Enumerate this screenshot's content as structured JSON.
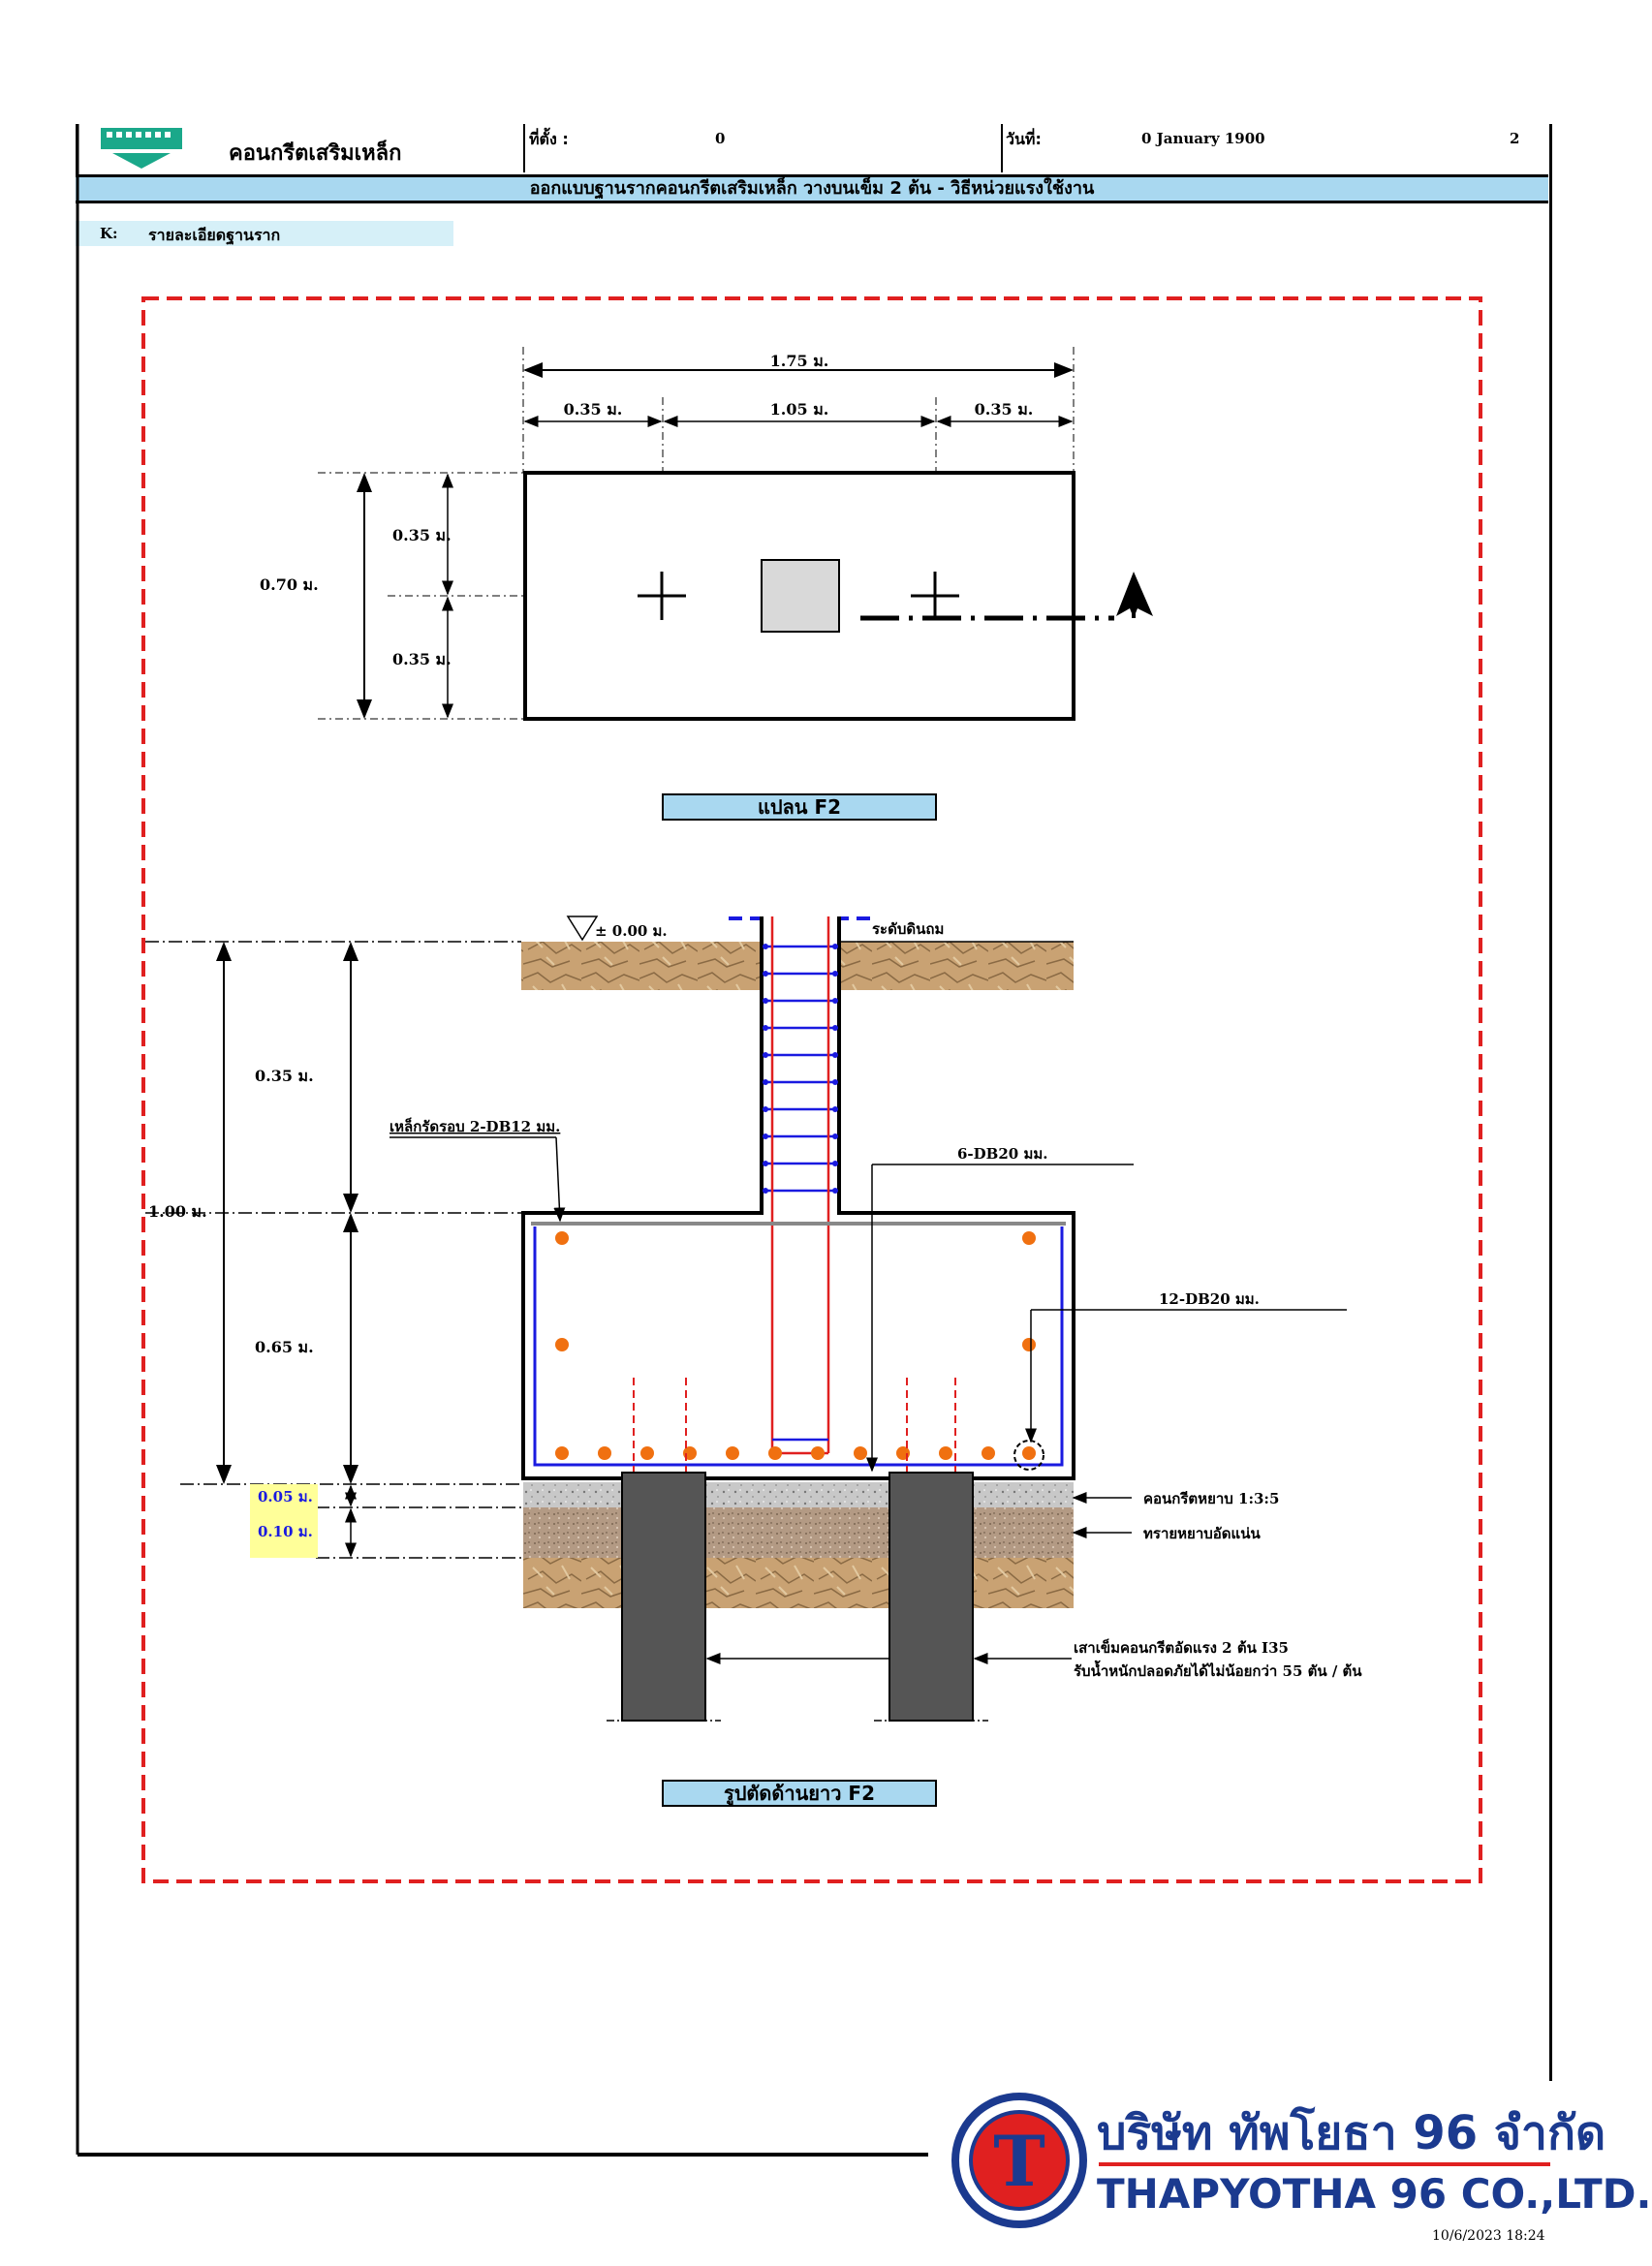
{
  "header": {
    "company_short": "คอนกรีตเสริมเหล็ก",
    "location_label": "ที่ตั้ง :",
    "location_value": "0",
    "date_label": "วันที่:",
    "date_value": "0 January 1900",
    "page_number": "2",
    "banner": "ออกแบบฐานรากคอนกรีตเสริมเหล็ก วางบนเข็ม  2 ต้น - วิธีหน่วยแรงใช้งาน"
  },
  "section": {
    "code": "K:",
    "title": "รายละเอียดฐานราก"
  },
  "plan": {
    "title": "แปลน F2",
    "total_width": "1.75 ม.",
    "seg_left": "0.35 ม.",
    "seg_mid": "1.05 ม.",
    "seg_right": "0.35 ม.",
    "total_depth": "0.70 ม.",
    "half_top": "0.35 ม.",
    "half_bottom": "0.35 ม."
  },
  "section_view": {
    "title": "รูปตัดด้านยาว F2",
    "ground_level": "± 0.00 ม.",
    "ground_label": "ระดับดินถม",
    "total_depth": "1.00 ม.",
    "top_depth": "0.35 ม.",
    "footing_depth": "0.65 ม.",
    "lean_concrete_thk": "0.05 ม.",
    "sand_thk": "0.10 ม.",
    "ties_label": "เหล็กรัดรอบ 2-DB12 มม.",
    "column_bars": "6-DB20 มม.",
    "main_bars": "12-DB20 มม.",
    "lean_concrete_label": "คอนกรีตหยาบ 1:3:5",
    "sand_label": "ทรายหยาบอัดแน่น",
    "pile_label_line1": "เสาเข็มคอนกรีตอัดแรง 2 ต้น I35",
    "pile_label_line2": "รับน้ำหนักปลอดภัยได้ไม่น้อยกว่า 55 ตัน / ต้น"
  },
  "footer": {
    "company_th": "บริษัท ทัพโยธา 96 จำกัด",
    "company_en": "THAPYOTHA 96 CO.,LTD.",
    "logo_letter": "T",
    "timestamp": "10/6/2023 18:24"
  },
  "colors": {
    "border_dash": "#e02020",
    "accent_band": "#a9d8f0",
    "rebar_red": "#e02020",
    "rebar_blue": "#1a1ae0",
    "rebar_dot": "#f07010",
    "pile": "#555555",
    "brand_blue": "#1b3a8f",
    "brand_red": "#e02020"
  }
}
